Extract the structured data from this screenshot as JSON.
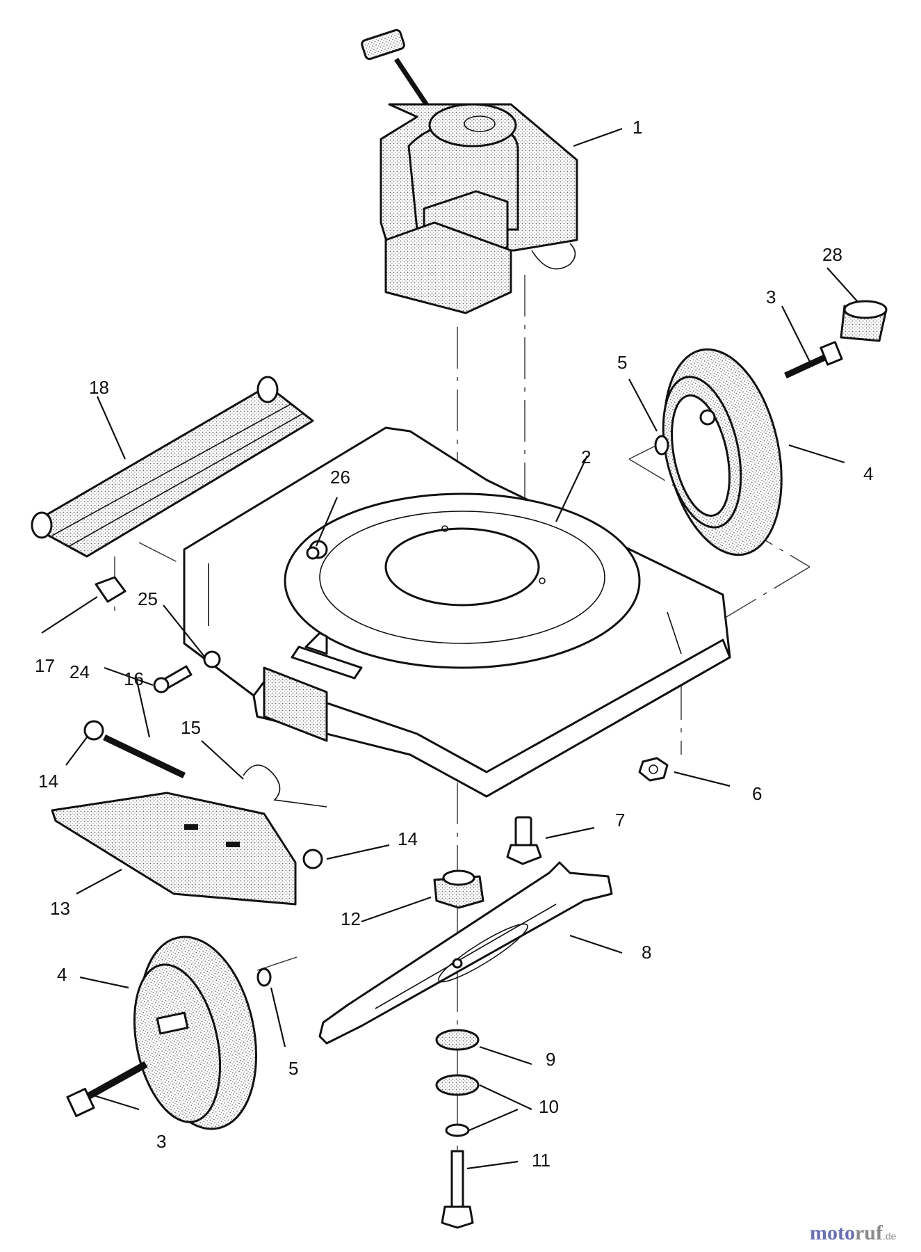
{
  "callouts": [
    {
      "id": "c1",
      "label": "1"
    },
    {
      "id": "c2",
      "label": "2"
    },
    {
      "id": "c3a",
      "label": "3"
    },
    {
      "id": "c3b",
      "label": "3"
    },
    {
      "id": "c4a",
      "label": "4"
    },
    {
      "id": "c4b",
      "label": "4"
    },
    {
      "id": "c5a",
      "label": "5"
    },
    {
      "id": "c5b",
      "label": "5"
    },
    {
      "id": "c6",
      "label": "6"
    },
    {
      "id": "c7",
      "label": "7"
    },
    {
      "id": "c8",
      "label": "8"
    },
    {
      "id": "c9",
      "label": "9"
    },
    {
      "id": "c10",
      "label": "10"
    },
    {
      "id": "c11",
      "label": "11"
    },
    {
      "id": "c12",
      "label": "12"
    },
    {
      "id": "c13",
      "label": "13"
    },
    {
      "id": "c14a",
      "label": "14"
    },
    {
      "id": "c14b",
      "label": "14"
    },
    {
      "id": "c15",
      "label": "15"
    },
    {
      "id": "c16",
      "label": "16"
    },
    {
      "id": "c17",
      "label": "17"
    },
    {
      "id": "c18",
      "label": "18"
    },
    {
      "id": "c24",
      "label": "24"
    },
    {
      "id": "c25",
      "label": "25"
    },
    {
      "id": "c26",
      "label": "26"
    },
    {
      "id": "c28",
      "label": "28"
    }
  ],
  "watermark": {
    "part_a": "moto",
    "part_b": "ruf",
    "suffix": ".de"
  },
  "colors": {
    "watermark_blue": "#6a6fb0",
    "watermark_gray": "#8a8a8a",
    "line": "#111111"
  }
}
